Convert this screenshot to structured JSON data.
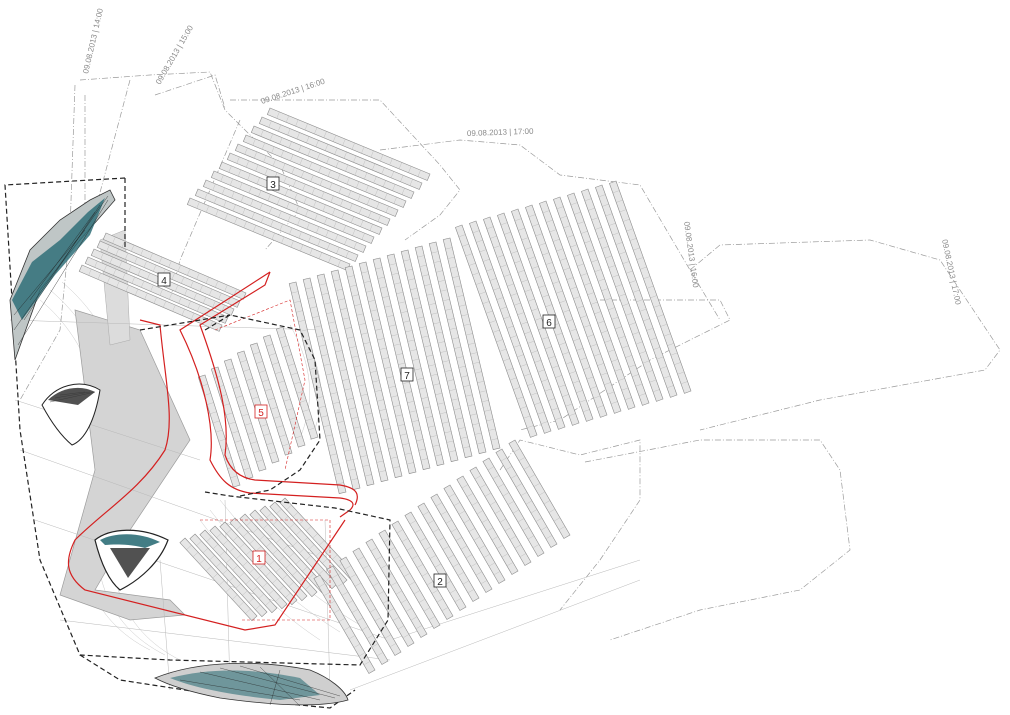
{
  "shadow_time_labels": [
    "09.08.2013 | 14:00",
    "09.08.2013 | 15:00",
    "09.08.2013 | 16:00",
    "09.08.2013 | 17:00",
    "09.08.2013 | 16:00",
    "09.08.2013 | 17:00"
  ],
  "zones": [
    {
      "number": "3",
      "highlight": false
    },
    {
      "number": "4",
      "highlight": false
    },
    {
      "number": "6",
      "highlight": false
    },
    {
      "number": "7",
      "highlight": false
    },
    {
      "number": "5",
      "highlight": true
    },
    {
      "number": "1",
      "highlight": true
    },
    {
      "number": "2",
      "highlight": false
    }
  ],
  "colors": {
    "panel_fill": "#e6e6e6",
    "panel_stroke": "#8c8c8c",
    "shadow_line": "#9a9a9a",
    "site_boundary": "#222222",
    "path_red": "#d42020",
    "building_fill": "#cfcfcf",
    "building_glass": "#2f6f78"
  }
}
